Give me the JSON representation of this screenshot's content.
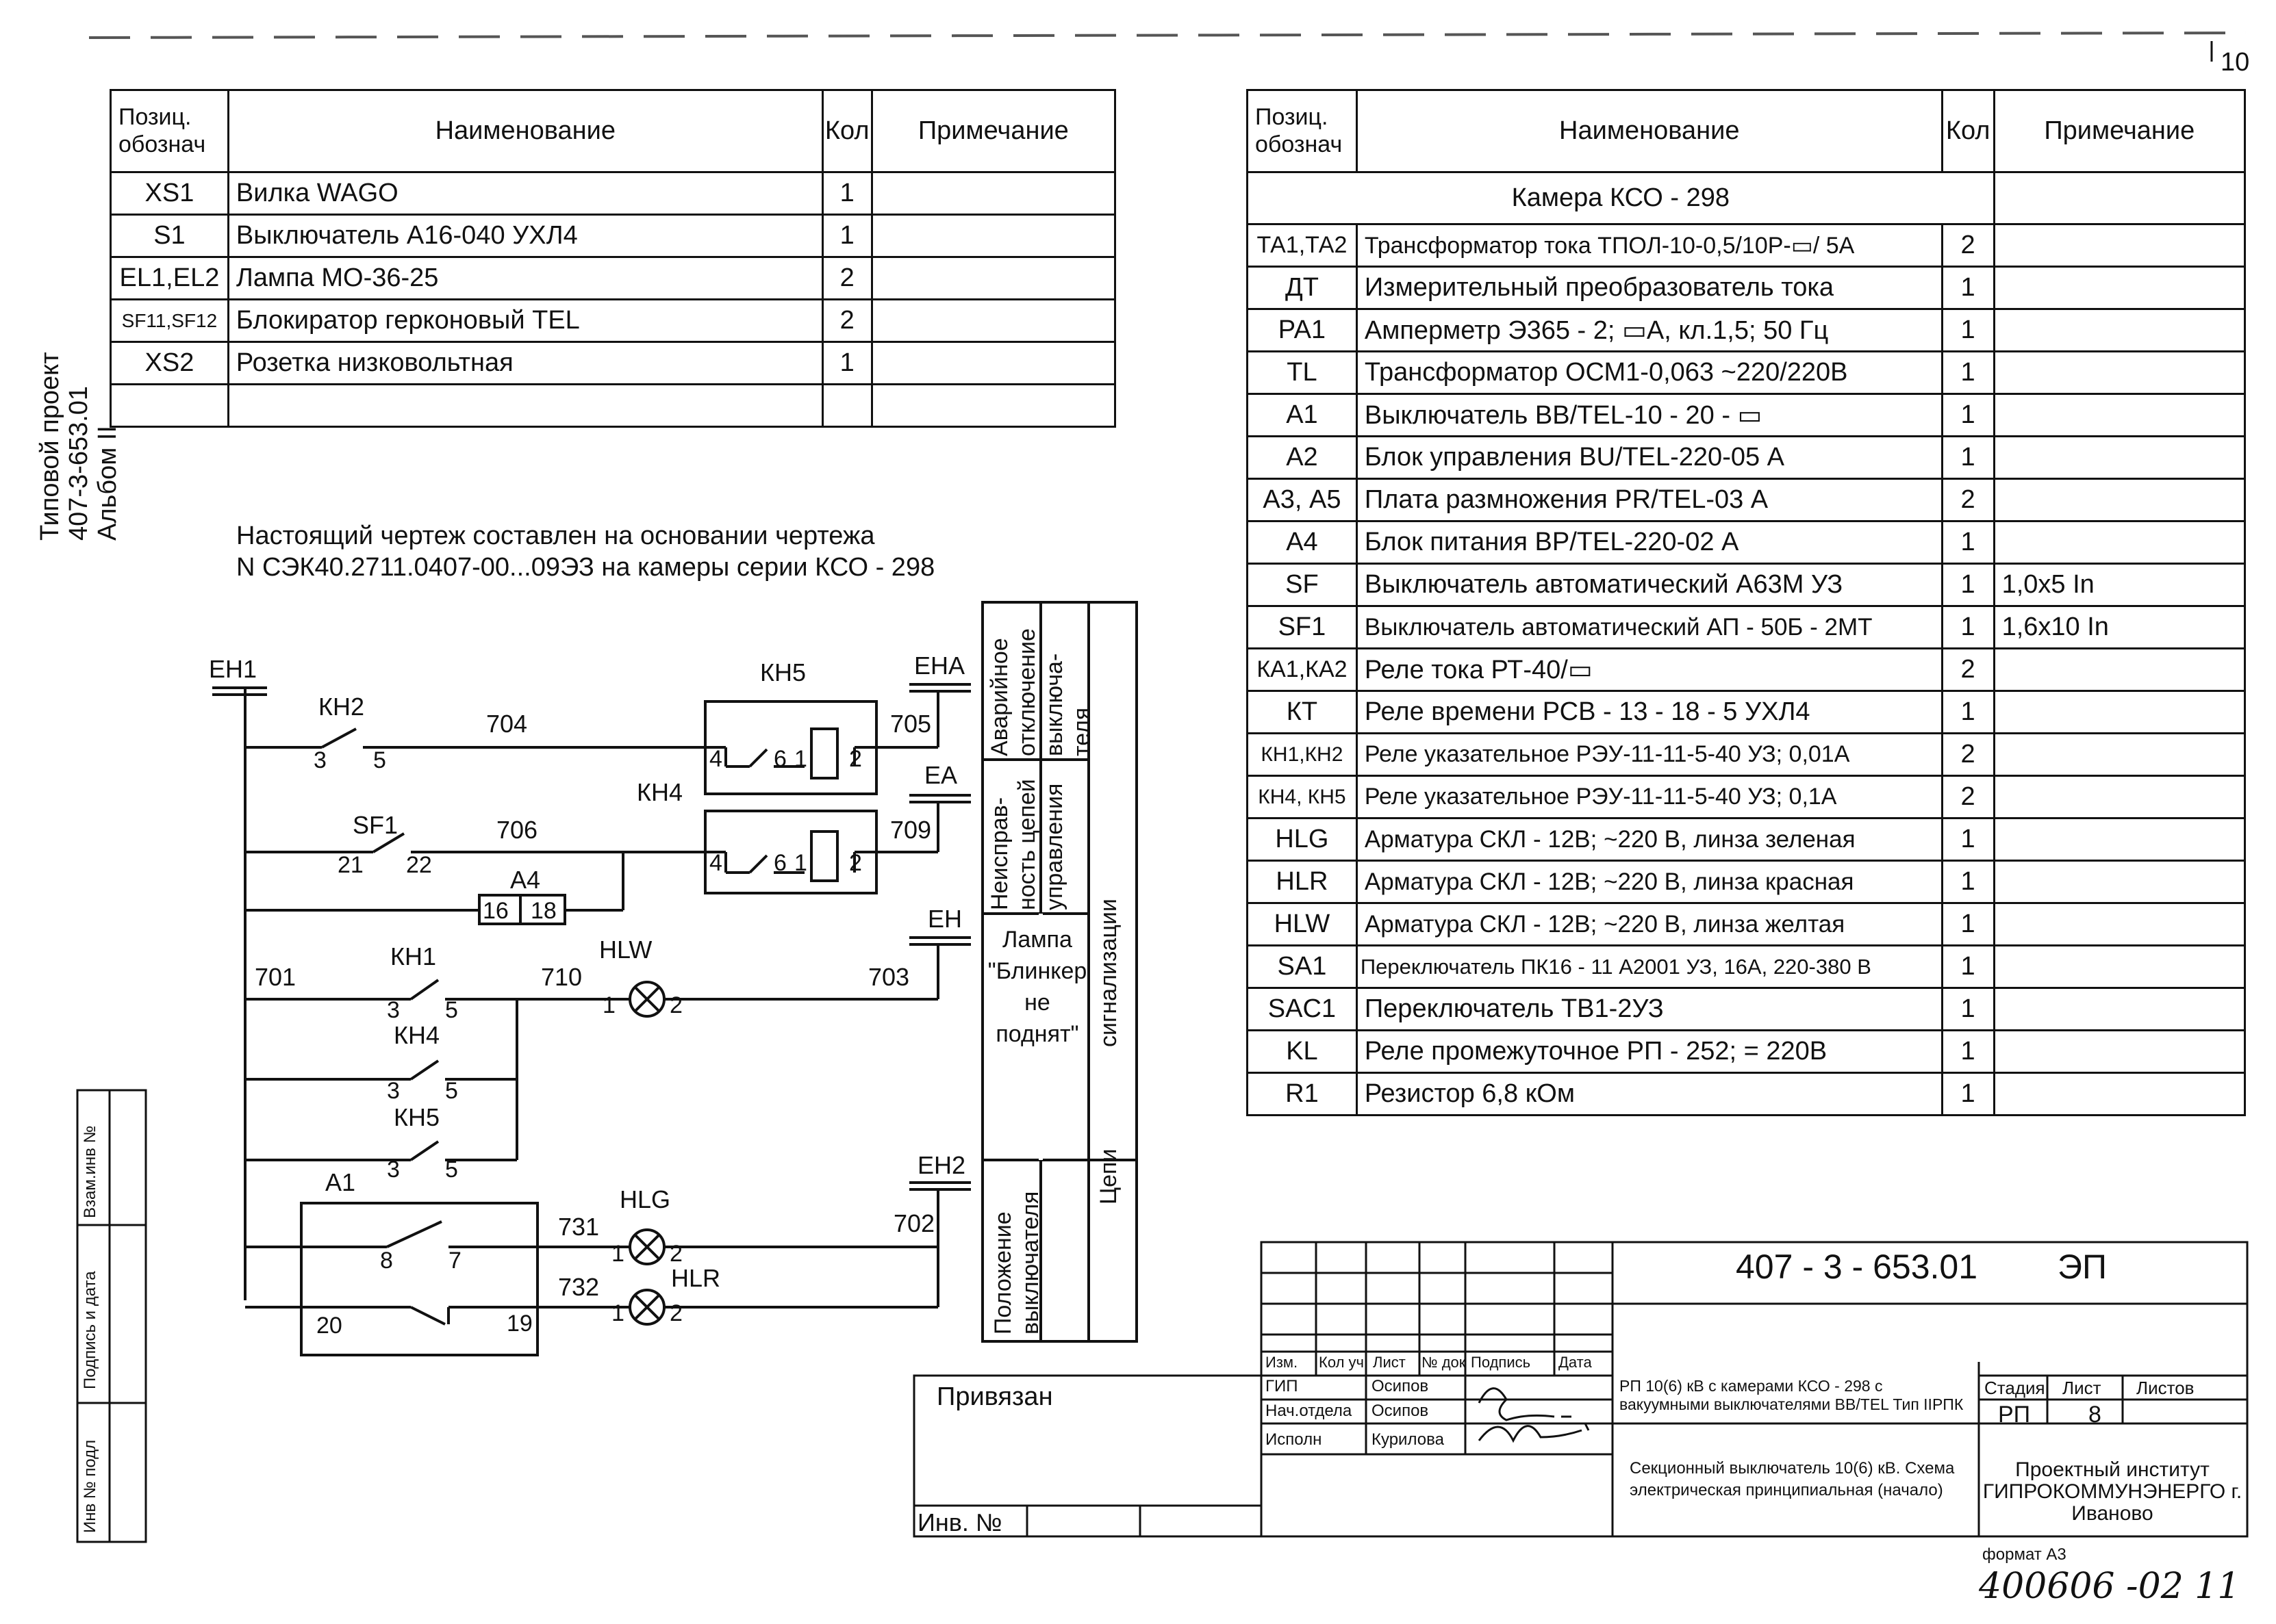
{
  "page_number": "10",
  "side_stamp": {
    "line1": "Типовой проект",
    "line2": "407-3-653.01",
    "line3": "Альбом II"
  },
  "left_margin_boxes": [
    "Взам.инв №",
    "Подпись и дата",
    "Инв № подл"
  ],
  "left_table": {
    "headers": [
      "Позиц. обознач",
      "Наименование",
      "Кол",
      "Примечание"
    ],
    "rows": [
      {
        "pos": "XS1",
        "name": "Вилка WAGO",
        "qty": "1",
        "note": ""
      },
      {
        "pos": "S1",
        "name": "Выключатель А16-040 УХЛ4",
        "qty": "1",
        "note": ""
      },
      {
        "pos": "EL1,EL2",
        "name": "Лампа МО-36-25",
        "qty": "2",
        "note": ""
      },
      {
        "pos": "SF11,SF12",
        "name": "Блокиратор герконовый TEL",
        "qty": "2",
        "note": ""
      },
      {
        "pos": "XS2",
        "name": "Розетка низковольтная",
        "qty": "1",
        "note": ""
      },
      {
        "pos": "",
        "name": "",
        "qty": "",
        "note": ""
      }
    ]
  },
  "note_text": {
    "line1": "Настоящий чертеж составлен на основании чертежа",
    "line2": "N СЭК40.2711.0407-00...09ЭЗ на камеры серии КСО - 298"
  },
  "right_table": {
    "headers": [
      "Позиц. обознач",
      "Наименование",
      "Кол",
      "Примечание"
    ],
    "section": "Камера КСО - 298",
    "rows": [
      {
        "pos": "ТА1,ТА2",
        "name": "Трансформатор тока ТПОЛ-10-0,5/10Р-▭/ 5А",
        "qty": "2",
        "note": ""
      },
      {
        "pos": "ДТ",
        "name": "Измерительный преобразователь тока",
        "qty": "1",
        "note": ""
      },
      {
        "pos": "РА1",
        "name": "Амперметр Э365 - 2; ▭А, кл.1,5; 50 Гц",
        "qty": "1",
        "note": ""
      },
      {
        "pos": "TL",
        "name": "Трансформатор ОСМ1-0,063 ~220/220В",
        "qty": "1",
        "note": ""
      },
      {
        "pos": "А1",
        "name": "Выключатель ВВ/TEL-10 - 20 - ▭",
        "qty": "1",
        "note": ""
      },
      {
        "pos": "А2",
        "name": "Блок управления BU/TEL-220-05 А",
        "qty": "1",
        "note": ""
      },
      {
        "pos": "А3, А5",
        "name": "Плата размножения PR/TEL-03 А",
        "qty": "2",
        "note": ""
      },
      {
        "pos": "А4",
        "name": "Блок питания BP/TEL-220-02 А",
        "qty": "1",
        "note": ""
      },
      {
        "pos": "SF",
        "name": "Выключатель автоматический А63М УЗ",
        "qty": "1",
        "note": "1,0x5 In"
      },
      {
        "pos": "SF1",
        "name": "Выключатель автоматический АП - 50Б - 2МТ",
        "qty": "1",
        "note": "1,6x10 In"
      },
      {
        "pos": "КА1,КА2",
        "name": "Реле тока РТ-40/▭",
        "qty": "2",
        "note": ""
      },
      {
        "pos": "КТ",
        "name": "Реле времени РСВ - 13 - 18 - 5 УХЛ4",
        "qty": "1",
        "note": ""
      },
      {
        "pos": "КН1,КН2",
        "name": "Реле указательное РЭУ-11-11-5-40 УЗ; 0,01А",
        "qty": "2",
        "note": ""
      },
      {
        "pos": "КН4, КН5",
        "name": "Реле указательное РЭУ-11-11-5-40 УЗ; 0,1А",
        "qty": "2",
        "note": ""
      },
      {
        "pos": "HLG",
        "name": "Арматура СКЛ - 12В; ~220 В, линза зеленая",
        "qty": "1",
        "note": ""
      },
      {
        "pos": "HLR",
        "name": "Арматура СКЛ - 12В; ~220 В, линза красная",
        "qty": "1",
        "note": ""
      },
      {
        "pos": "HLW",
        "name": "Арматура СКЛ - 12В; ~220 В, линза желтая",
        "qty": "1",
        "note": ""
      },
      {
        "pos": "SA1",
        "name": "Переключатель ПК16 - 11 А2001 УЗ, 16А, 220-380 В",
        "qty": "1",
        "note": ""
      },
      {
        "pos": "SAC1",
        "name": "Переключатель ТВ1-2УЗ",
        "qty": "1",
        "note": ""
      },
      {
        "pos": "KL",
        "name": "Реле промежуточное РП - 252; = 220В",
        "qty": "1",
        "note": ""
      },
      {
        "pos": "R1",
        "name": "Резистор 6,8 кОм",
        "qty": "1",
        "note": ""
      }
    ]
  },
  "schematic": {
    "buses": [
      "ЕН1",
      "ЕНА",
      "ЕА",
      "ЕН",
      "ЕН2"
    ],
    "relays": [
      "КН2",
      "КН5",
      "КН4",
      "SF1",
      "А4",
      "КН1",
      "КН4",
      "КН5",
      "А1"
    ],
    "wires": [
      "704",
      "705",
      "706",
      "709",
      "701",
      "710",
      "703",
      "731",
      "702",
      "732"
    ],
    "lamps": [
      "HLW",
      "HLG",
      "HLR"
    ],
    "terminals": [
      "3",
      "5",
      "4",
      "6",
      "1",
      "2",
      "21",
      "22",
      "16",
      "18",
      "8",
      "7",
      "20",
      "19"
    ],
    "side_labels": [
      "Аварийное отключение выключа- теля",
      "Неисправ- ность цепей управления",
      "Лампа \"Блинкер не поднят\"",
      "Положение выключателя",
      "сигнализации",
      "Цепи"
    ]
  },
  "title_block": {
    "code": "407 - 3 - 653.01",
    "sheet_type": "ЭП",
    "privyazan": "Привязан",
    "inv_no": "Инв. №",
    "cols": [
      "Изм.",
      "Кол уч",
      "Лист",
      "№ док",
      "Подпись",
      "Дата"
    ],
    "people": [
      {
        "role": "ГИП",
        "name": "Осипов"
      },
      {
        "role": "Нач.отдела",
        "name": "Осипов"
      },
      {
        "role": "Исполн",
        "name": "Курилова"
      }
    ],
    "project_title": "РП 10(6) кВ с камерами КСО - 298 с вакуумными выключателями ВВ/TEL Тип IIРПК",
    "sheet_title": "Секционный выключатель 10(6) кВ. Схема электрическая принципиальная (начало)",
    "stage_label": "Стадия",
    "sheet_label": "Лист",
    "sheets_label": "Листов",
    "stage": "РП",
    "sheet": "8",
    "institute": "Проектный институт ГИПРОКОММУНЭНЕРГО г. Иваново",
    "format": "формат А3",
    "handwritten": "400606 -02   11"
  }
}
